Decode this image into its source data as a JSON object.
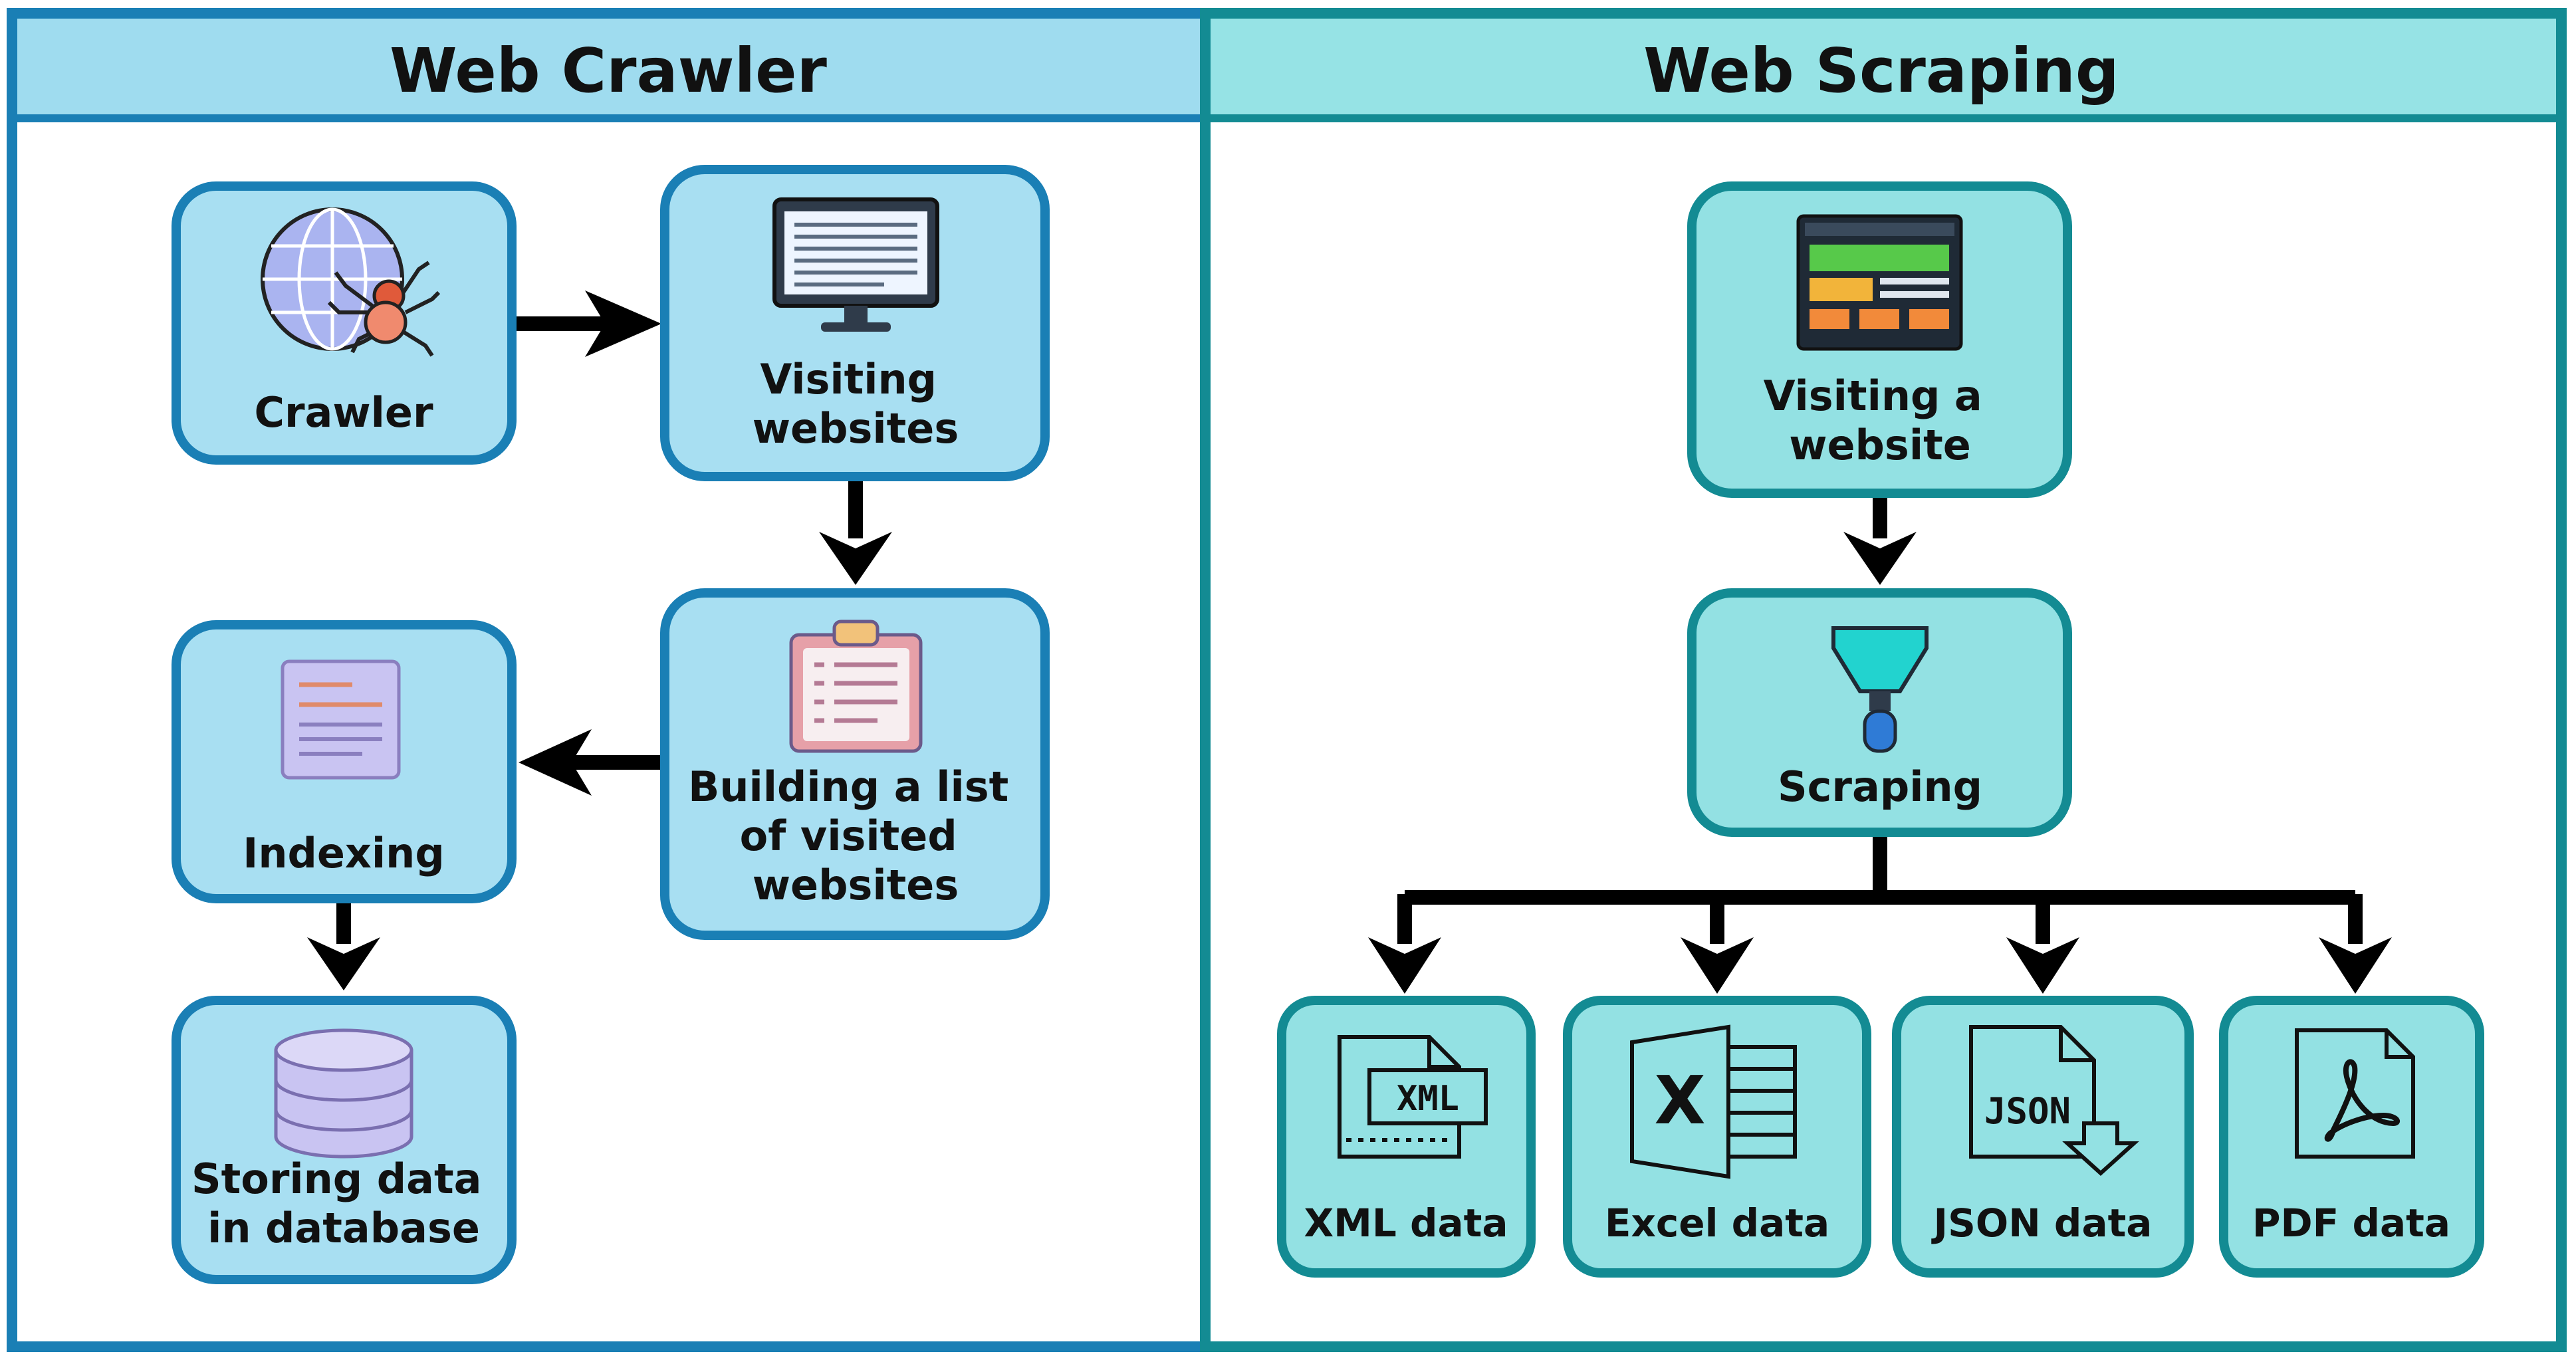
{
  "colors": {
    "crawler_border": "#1a7fb5",
    "crawler_fill": "#a8dff2",
    "crawler_header": "#9fdcef",
    "scraping_border": "#138b93",
    "scraping_fill": "#93e1e3",
    "scraping_header": "#96e3e5",
    "arrow": "#000000"
  },
  "crawler": {
    "title": "Web Crawler",
    "nodes": {
      "crawler": {
        "lines": [
          "Crawler"
        ],
        "icon": "spider-globe-icon"
      },
      "visiting": {
        "lines": [
          "Visiting",
          "websites"
        ],
        "icon": "monitor-icon"
      },
      "building": {
        "lines": [
          "Building a list",
          "of visited",
          "websites"
        ],
        "icon": "clipboard-list-icon"
      },
      "indexing": {
        "lines": [
          "Indexing"
        ],
        "icon": "document-icon"
      },
      "storing": {
        "lines": [
          "Storing data",
          "in database"
        ],
        "icon": "database-icon"
      }
    }
  },
  "scraping": {
    "title": "Web Scraping",
    "nodes": {
      "visiting": {
        "lines": [
          "Visiting a",
          "website"
        ],
        "icon": "webpage-layout-icon"
      },
      "scraping": {
        "lines": [
          "Scraping"
        ],
        "icon": "scraper-tool-icon"
      },
      "xml": {
        "lines": [
          "XML data"
        ],
        "icon": "xml-file-icon",
        "icon_text": "XML"
      },
      "excel": {
        "lines": [
          "Excel data"
        ],
        "icon": "excel-file-icon",
        "icon_text": "X"
      },
      "json": {
        "lines": [
          "JSON data"
        ],
        "icon": "json-file-icon",
        "icon_text": "JSON"
      },
      "pdf": {
        "lines": [
          "PDF data"
        ],
        "icon": "pdf-file-icon"
      }
    }
  }
}
